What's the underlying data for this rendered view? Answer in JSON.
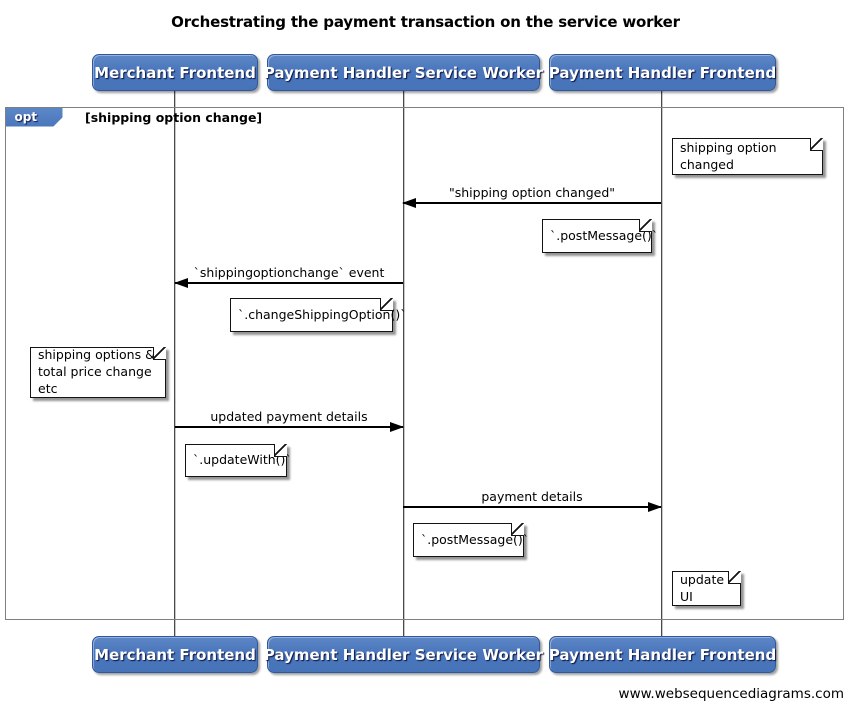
{
  "title": "Orchestrating the payment transaction on the service worker",
  "watermark": "www.websequencediagrams.com",
  "colors": {
    "actor_fill": "#4a76bc",
    "actor_fill_highlight": "#5d87c6",
    "actor_border": "#30599b",
    "actor_text": "#ffffff",
    "frame_border": "#7f7f7f",
    "arrow": "#000000",
    "note_background": "#ffffff",
    "note_border": "#141414"
  },
  "actors": [
    {
      "id": "merchant",
      "label": "Merchant Frontend"
    },
    {
      "id": "service-worker",
      "label": "Payment Handler Service Worker"
    },
    {
      "id": "payment-handler-frontend",
      "label": "Payment Handler Frontend"
    }
  ],
  "fragment": {
    "operator": "opt",
    "condition": "[shipping option change]"
  },
  "messages": [
    {
      "from": "Payment Handler Frontend",
      "to": "Payment Handler Service Worker",
      "label": "\"shipping option changed\"",
      "direction": "left"
    },
    {
      "from": "Payment Handler Service Worker",
      "to": "Merchant Frontend",
      "label": "`shippingoptionchange` event",
      "direction": "left"
    },
    {
      "from": "Merchant Frontend",
      "to": "Payment Handler Service Worker",
      "label": "updated payment details",
      "direction": "right"
    },
    {
      "from": "Payment Handler Service Worker",
      "to": "Payment Handler Frontend",
      "label": "payment details",
      "direction": "right"
    }
  ],
  "notes": [
    {
      "position": "right of Payment Handler Frontend",
      "text": "shipping option changed"
    },
    {
      "position": "left of Payment Handler Frontend",
      "text": "`.postMessage()`"
    },
    {
      "position": "left of Payment Handler Service Worker",
      "text": "`.changeShippingOption()`"
    },
    {
      "position": "left of Merchant Frontend",
      "text": "shipping options &\ntotal price change etc"
    },
    {
      "position": "right of Merchant Frontend",
      "text": "`.updateWith()`"
    },
    {
      "position": "right of Payment Handler Service Worker",
      "text": "`.postMessage()`"
    },
    {
      "position": "right of Payment Handler Frontend",
      "text": "update UI"
    }
  ]
}
